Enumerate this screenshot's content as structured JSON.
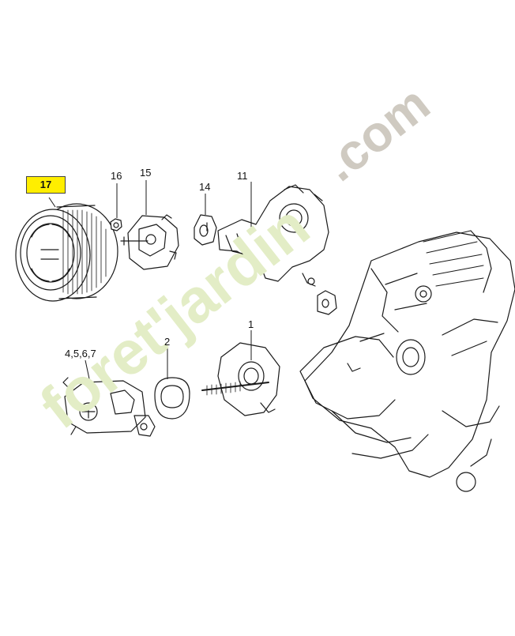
{
  "callouts": {
    "c17": "17",
    "c16": "16",
    "c15": "15",
    "c14": "14",
    "c11": "11",
    "c2": "2",
    "c1": "1",
    "c4567": "4,5,6,7"
  },
  "watermark": {
    "brand": "foret'jardin",
    "domain": ".com",
    "color_green": "#e3edc6",
    "color_orange": "#f5cfa6",
    "color_grey": "#cfcac1"
  },
  "colors": {
    "highlight": "#ffee00",
    "line": "#1a1a1a"
  }
}
